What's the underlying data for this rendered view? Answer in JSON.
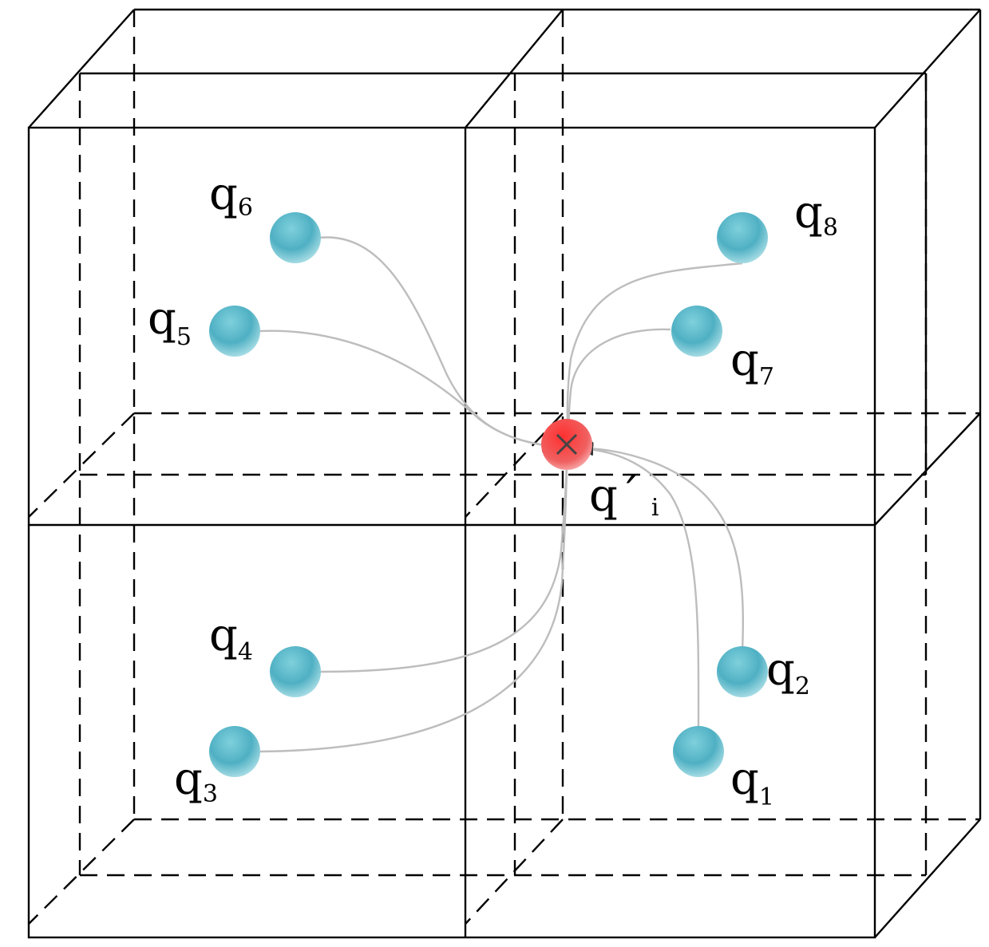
{
  "charges": [
    {
      "id": "q1",
      "symbol": "q",
      "subscript": "1"
    },
    {
      "id": "q2",
      "symbol": "q",
      "subscript": "2"
    },
    {
      "id": "q3",
      "symbol": "q",
      "subscript": "3"
    },
    {
      "id": "q4",
      "symbol": "q",
      "subscript": "4"
    },
    {
      "id": "q5",
      "symbol": "q",
      "subscript": "5"
    },
    {
      "id": "q6",
      "symbol": "q",
      "subscript": "6"
    },
    {
      "id": "q7",
      "symbol": "q",
      "subscript": "7"
    },
    {
      "id": "q8",
      "symbol": "q",
      "subscript": "8"
    }
  ],
  "target": {
    "symbol": "q´",
    "subscript": "i"
  },
  "colors": {
    "charge_fill": "#5fbccc",
    "target_fill": "#ef5a5a",
    "line": "#000000",
    "curve": "#bdbdbd"
  }
}
